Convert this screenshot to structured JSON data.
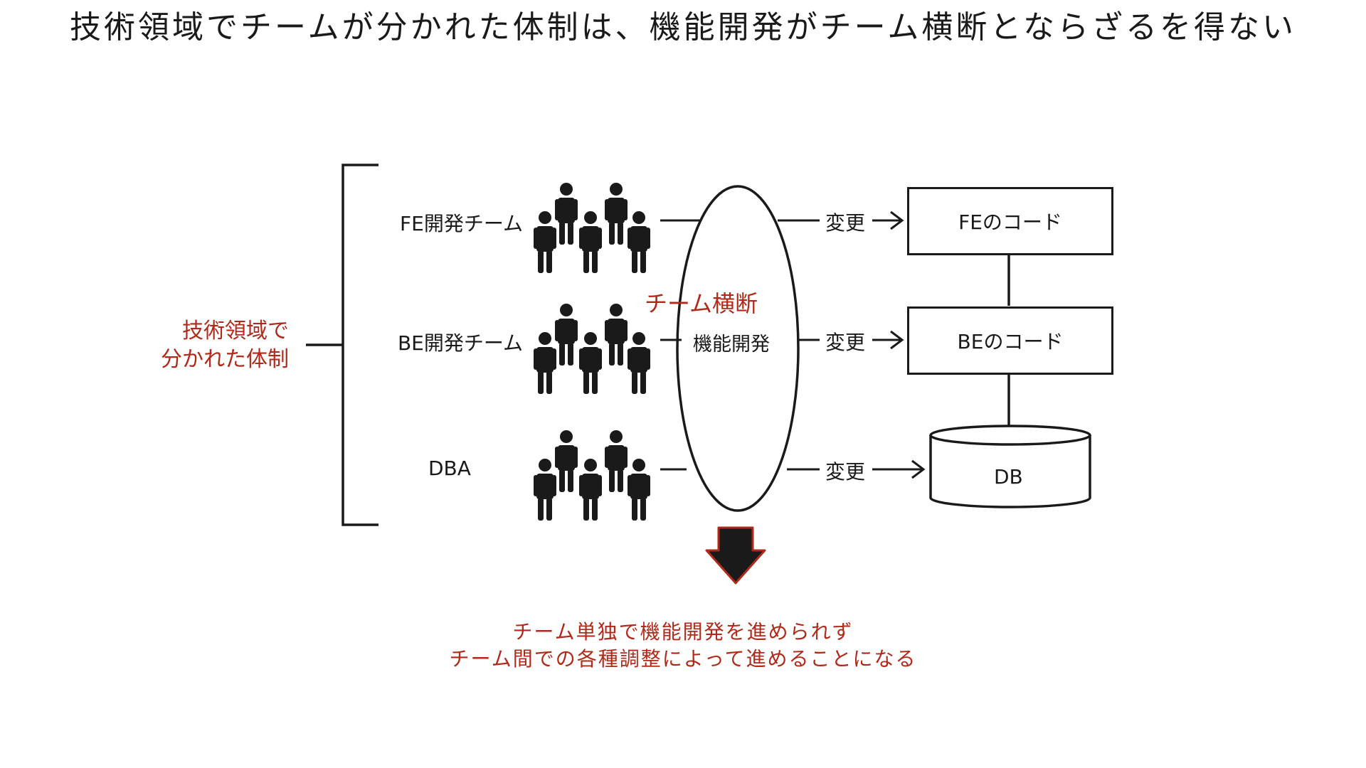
{
  "title": "技術領域でチームが分かれた体制は、機能開発がチーム横断とならざるを得ない",
  "left_label": {
    "line1": "技術領域で",
    "line2": "分かれた体制"
  },
  "teams": [
    {
      "name": "FE開発チーム",
      "change": "変更",
      "target": "FEのコード"
    },
    {
      "name": "BE開発チーム",
      "change": "変更",
      "target": "BEのコード"
    },
    {
      "name": "DBA",
      "change": "変更",
      "target": "DB"
    }
  ],
  "cross_team_label": "チーム横断",
  "feature_dev_label": "機能開発",
  "bottom_note": {
    "line1": "チーム単独で機能開発を進められず",
    "line2": "チーム間での各種調整によって進めることになる"
  },
  "colors": {
    "accent": "#b02a1a",
    "ink": "#1a1a1a",
    "background": "#ffffff"
  }
}
